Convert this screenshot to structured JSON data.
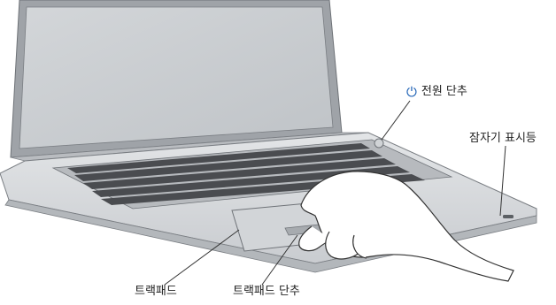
{
  "labels": {
    "power_button": "전원 단추",
    "sleep_indicator": "잠자기 표시등",
    "trackpad": "트랙패드",
    "trackpad_button": "트랙패드 단추"
  },
  "icons": {
    "power": "power-icon"
  },
  "colors": {
    "accent": "#1a5fb4",
    "body": "#d6d9dc",
    "screen": "#c7cbcf",
    "keys": "#4a4c50"
  }
}
